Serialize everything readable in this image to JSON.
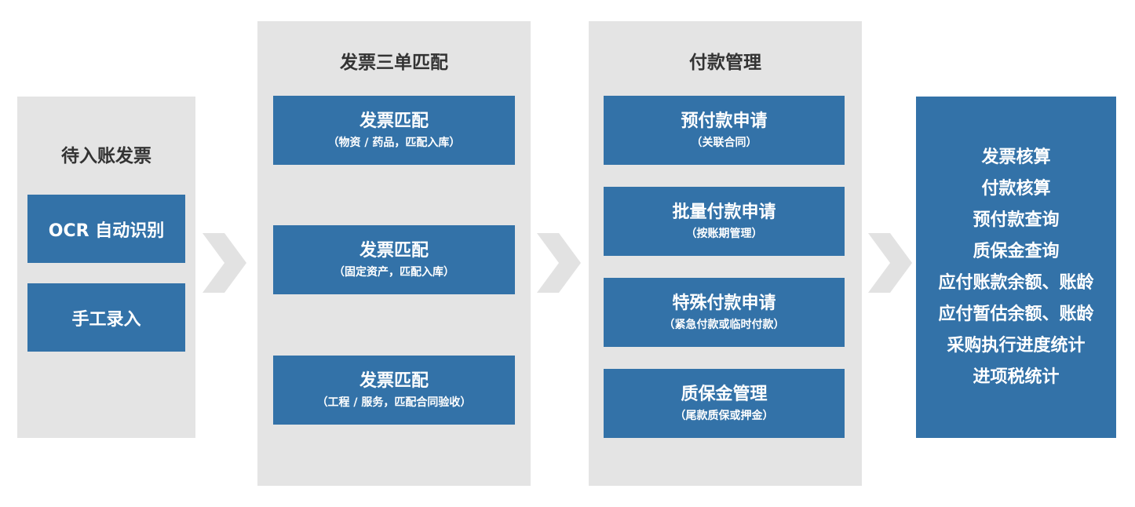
{
  "colors": {
    "panel": "#e4e4e4",
    "box": "#3372a8",
    "arrow": "#e2e2e2",
    "title": "#333333"
  },
  "stage1": {
    "title": "待入账发票",
    "items": [
      "OCR 自动识别",
      "手工录入"
    ]
  },
  "stage2": {
    "title": "发票三单匹配",
    "items": [
      {
        "title": "发票匹配",
        "sub": "（物资 / 药品，匹配入库）"
      },
      {
        "title": "发票匹配",
        "sub": "（固定资产，匹配入库）"
      },
      {
        "title": "发票匹配",
        "sub": "（工程 / 服务，匹配合同验收）"
      }
    ]
  },
  "stage3": {
    "title": "付款管理",
    "items": [
      {
        "title": "预付款申请",
        "sub": "（关联合同）"
      },
      {
        "title": "批量付款申请",
        "sub": "（按账期管理）"
      },
      {
        "title": "特殊付款申请",
        "sub": "（紧急付款或临时付款）"
      },
      {
        "title": "质保金管理",
        "sub": "（尾款质保或押金）"
      }
    ]
  },
  "result": {
    "lines": [
      "发票核算",
      "付款核算",
      "预付款查询",
      "质保金查询",
      "应付账款余额、账龄",
      "应付暂估余额、账龄",
      "采购执行进度统计",
      "进项税统计"
    ]
  },
  "arrows": [
    "chevron-right-icon",
    "chevron-right-icon",
    "chevron-right-icon"
  ]
}
